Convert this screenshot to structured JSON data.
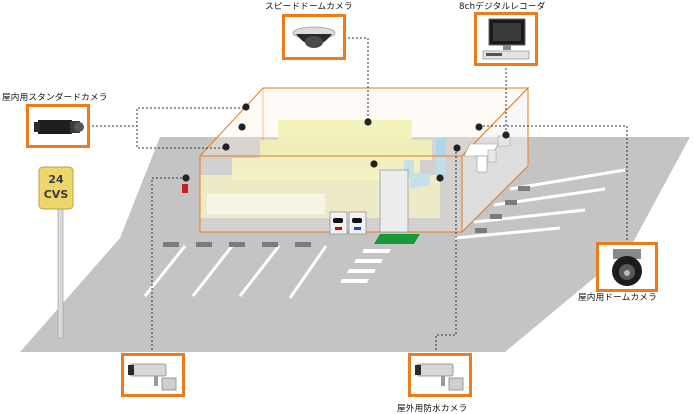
{
  "labels": {
    "speed_dome": "スピードドームカメラ",
    "dvr": "8chデジタルレコーダ",
    "indoor_standard": "屋内用スタンダードカメラ",
    "indoor_dome": "屋内用ドームカメラ",
    "outdoor_waterproof": "屋外用防水カメラ"
  },
  "sign": {
    "line1": "24",
    "line2": "CVS"
  },
  "colors": {
    "frame": "#f07a1a",
    "lot": "#c4c4c4",
    "shelf": "#f3f2b4",
    "glass": "#a8d8f0",
    "mat": "#169a3c"
  }
}
